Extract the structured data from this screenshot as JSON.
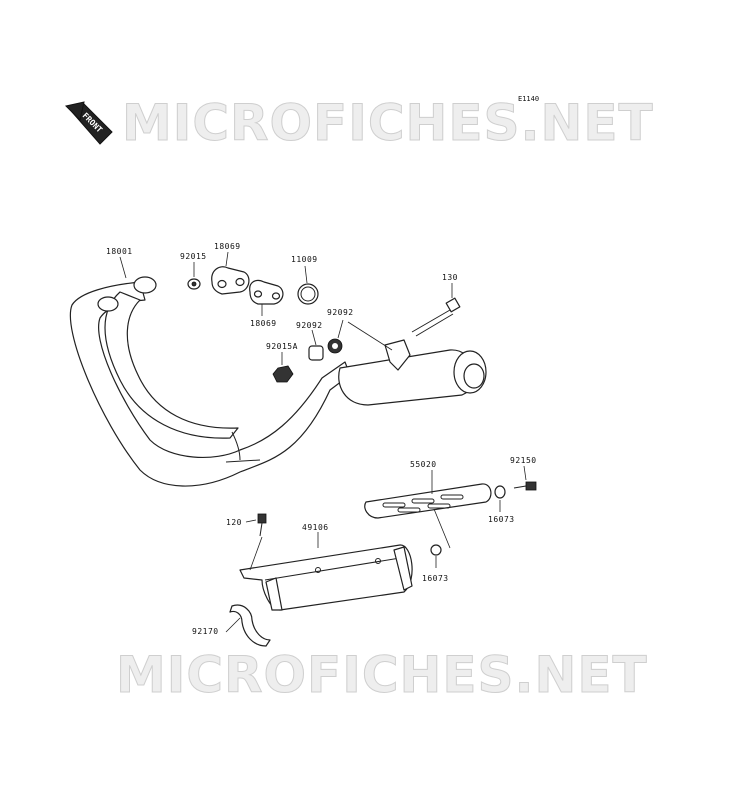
{
  "diagram": {
    "code": "E1140",
    "watermark": "MICROFICHES.NET",
    "front_label": "FRONT",
    "parts": {
      "p18001": "18001",
      "p92015": "92015",
      "p18069a": "18069",
      "p18069b": "18069",
      "p11009": "11009",
      "p130": "130",
      "p92092a": "92092",
      "p92092b": "92092",
      "p92015A": "92015A",
      "p55020": "55020",
      "p92150": "92150",
      "p16073a": "16073",
      "p16073b": "16073",
      "p120": "120",
      "p49106": "49106",
      "p92170": "92170"
    }
  }
}
